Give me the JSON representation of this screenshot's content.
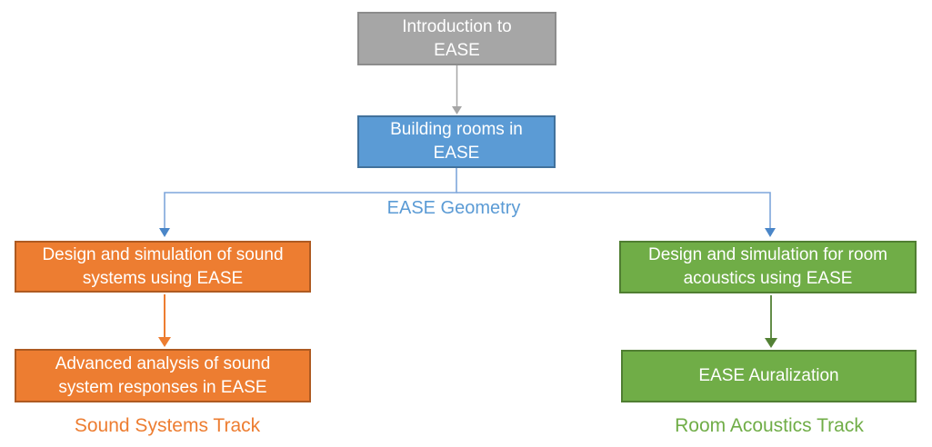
{
  "diagram": {
    "type": "flowchart",
    "background_color": "#FFFFFF",
    "nodes": {
      "intro": {
        "label": "Introduction to EASE",
        "lines": [
          "Introduction to",
          "EASE"
        ],
        "fill": "#A6A6A6",
        "border": "#8C8C8C",
        "text_color": "#FFFFFF"
      },
      "building": {
        "label": "Building rooms in EASE",
        "lines": [
          "Building rooms in",
          "EASE"
        ],
        "fill": "#5B9BD5",
        "border": "#41719C",
        "text_color": "#FFFFFF"
      },
      "design_sound": {
        "label": "Design and simulation of sound systems using EASE",
        "lines": [
          "Design and simulation of sound",
          "systems using EASE"
        ],
        "fill": "#ED7D31",
        "border": "#AE5A21",
        "text_color": "#FFFFFF"
      },
      "advanced_analysis": {
        "label": "Advanced analysis of sound system responses in EASE",
        "lines": [
          "Advanced analysis of sound",
          "system responses in EASE"
        ],
        "fill": "#ED7D31",
        "border": "#AE5A21",
        "text_color": "#FFFFFF"
      },
      "design_room": {
        "label": "Design and simulation for room acoustics using EASE",
        "lines": [
          "Design and simulation for room",
          "acoustics using EASE"
        ],
        "fill": "#70AD47",
        "border": "#507E32",
        "text_color": "#FFFFFF"
      },
      "auralization": {
        "label": "EASE Auralization",
        "lines": [
          "EASE Auralization"
        ],
        "fill": "#70AD47",
        "border": "#507E32",
        "text_color": "#FFFFFF"
      }
    },
    "labels": {
      "geometry": {
        "text": "EASE Geometry",
        "color": "#5B9BD5"
      },
      "sound_track": {
        "text": "Sound Systems Track",
        "color": "#ED7D31"
      },
      "room_track": {
        "text": "Room Acoustics Track",
        "color": "#70AD47"
      }
    },
    "connectors": [
      {
        "from": "intro",
        "to": "building",
        "color": "#A6A6A6",
        "style": "arrow"
      },
      {
        "from": "building",
        "to": "design_sound",
        "color": "#7EA6DB",
        "arrowhead_color": "#4A86C8",
        "style": "elbow-arrow"
      },
      {
        "from": "building",
        "to": "design_room",
        "color": "#7EA6DB",
        "arrowhead_color": "#4A86C8",
        "style": "elbow-arrow"
      },
      {
        "from": "design_sound",
        "to": "advanced_analysis",
        "color": "#ED7D31",
        "style": "arrow"
      },
      {
        "from": "design_room",
        "to": "auralization",
        "color": "#538135",
        "style": "arrow"
      }
    ]
  }
}
